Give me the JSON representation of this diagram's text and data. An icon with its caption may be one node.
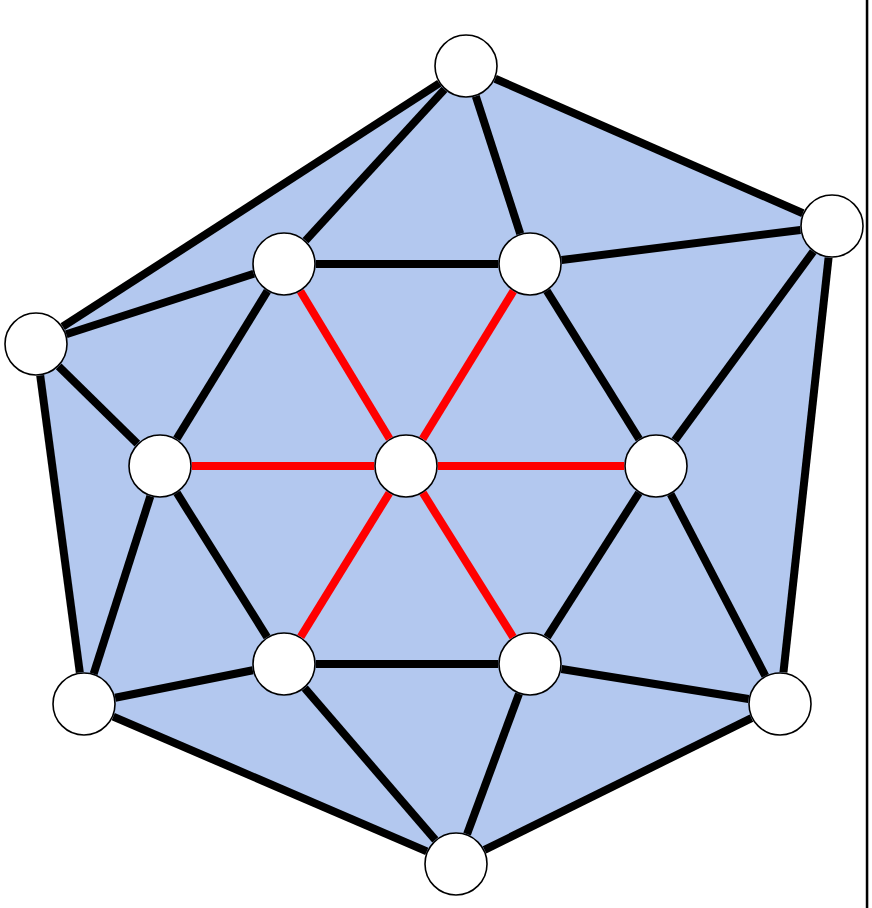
{
  "diagram": {
    "nodes": [
      {
        "text": [],
        "shape": "circle"
      },
      {
        "text": [],
        "shape": "circle"
      },
      {
        "text": [],
        "shape": "circle"
      },
      {
        "text": [],
        "shape": "circle"
      },
      {
        "text": [],
        "shape": "circle"
      },
      {
        "text": [],
        "shape": "circle"
      },
      {
        "text": [],
        "shape": "circle"
      },
      {
        "text": [],
        "shape": "circle"
      },
      {
        "text": [],
        "shape": "circle"
      },
      {
        "text": [],
        "shape": "circle"
      },
      {
        "text": [],
        "shape": "circle"
      },
      {
        "text": [],
        "shape": "circle"
      },
      {
        "text": [],
        "shape": "circle"
      }
    ],
    "edges": [
      {
        "from": 0,
        "to": 4,
        "arrow": "none"
      },
      {
        "from": 0,
        "to": 2,
        "arrow": "none"
      },
      {
        "from": 0,
        "to": 3,
        "arrow": "none"
      },
      {
        "from": 0,
        "to": 1,
        "arrow": "none"
      },
      {
        "from": 1,
        "to": 3,
        "arrow": "none"
      },
      {
        "from": 1,
        "to": 7,
        "arrow": "none"
      },
      {
        "from": 1,
        "to": 11,
        "arrow": "none"
      },
      {
        "from": 2,
        "to": 3,
        "arrow": "none"
      },
      {
        "from": 4,
        "to": 2,
        "arrow": "none"
      },
      {
        "from": 2,
        "to": 5,
        "arrow": "none"
      },
      {
        "from": 2,
        "to": 6,
        "arrow": "none",
        "color": "#ff0000"
      },
      {
        "from": 3,
        "to": 6,
        "arrow": "none",
        "color": "#ff0000"
      },
      {
        "from": 3,
        "to": 7,
        "arrow": "none"
      },
      {
        "from": 4,
        "to": 5,
        "arrow": "none"
      },
      {
        "from": 4,
        "to": 10,
        "arrow": "none"
      },
      {
        "from": 5,
        "to": 6,
        "arrow": "none",
        "color": "#ff0000"
      },
      {
        "from": 6,
        "to": 7,
        "arrow": "none",
        "color": "#ff0000"
      },
      {
        "from": 5,
        "to": 10,
        "arrow": "none"
      },
      {
        "from": 5,
        "to": 8,
        "arrow": "none"
      },
      {
        "from": 6,
        "to": 8,
        "arrow": "none",
        "color": "#ff0000"
      },
      {
        "from": 6,
        "to": 9,
        "arrow": "none",
        "color": "#ff0000"
      },
      {
        "from": 7,
        "to": 9,
        "arrow": "none"
      },
      {
        "from": 7,
        "to": 11,
        "arrow": "none"
      },
      {
        "from": 8,
        "to": 9,
        "arrow": "none"
      },
      {
        "from": 10,
        "to": 8,
        "arrow": "none"
      },
      {
        "from": 9,
        "to": 11,
        "arrow": "none"
      },
      {
        "from": 8,
        "to": 12,
        "arrow": "none"
      },
      {
        "from": 9,
        "to": 12,
        "arrow": "none"
      },
      {
        "from": 10,
        "to": 12,
        "arrow": "none"
      },
      {
        "from": 11,
        "to": 12,
        "arrow": "none"
      }
    ]
  }
}
